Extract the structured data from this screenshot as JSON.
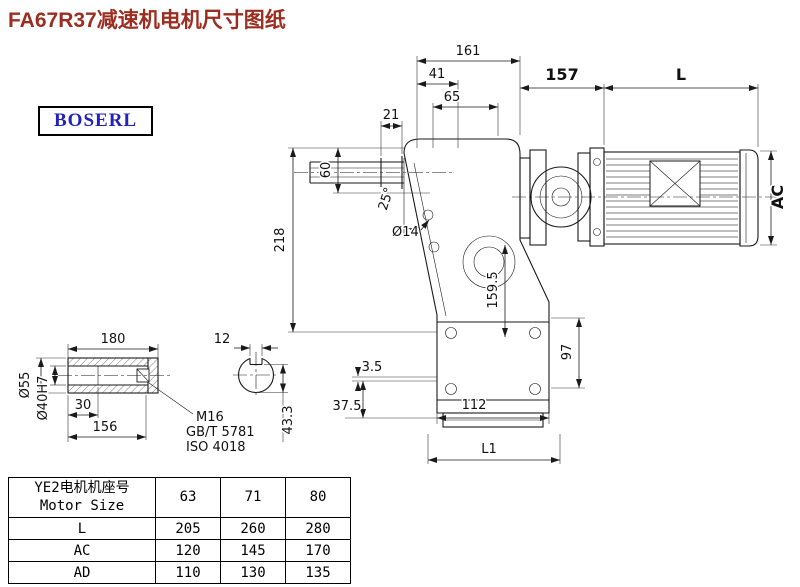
{
  "page": {
    "title": "FA67R37减速机电机尺寸图纸",
    "logo": "BOSERL",
    "title_color": "#9b2d21",
    "logo_color": "#2222bb",
    "line_color": "#1a1a1a"
  },
  "drawing": {
    "main": {
      "d161": "161",
      "d41": "41",
      "d65": "65",
      "d21": "21",
      "d60": "60",
      "d218": "218",
      "dia14": "Ø14",
      "angle25": "25°",
      "d157": "157",
      "L": "L",
      "AC": "AC",
      "d159_5": "159.5",
      "d97": "97",
      "d3_5": "3.5",
      "d37_5": "37.5",
      "d112": "112",
      "L1": "L1"
    },
    "shaft_detail": {
      "d180": "180",
      "d12": "12",
      "dia55": "Ø55",
      "dia40h7": "Ø40H7",
      "d30": "30",
      "d156": "156",
      "m16": "M16",
      "gbt5781": "GB/T 5781",
      "iso4018": "ISO 4018",
      "d43_3": "43.3"
    }
  },
  "table": {
    "header": {
      "label_cn": "YE2电机机座号",
      "label_en": "Motor Size",
      "values": [
        "63",
        "71",
        "80"
      ]
    },
    "rows": [
      {
        "label": "L",
        "values": [
          "205",
          "260",
          "280"
        ]
      },
      {
        "label": "AC",
        "values": [
          "120",
          "145",
          "170"
        ]
      },
      {
        "label": "AD",
        "values": [
          "110",
          "130",
          "135"
        ]
      }
    ]
  }
}
